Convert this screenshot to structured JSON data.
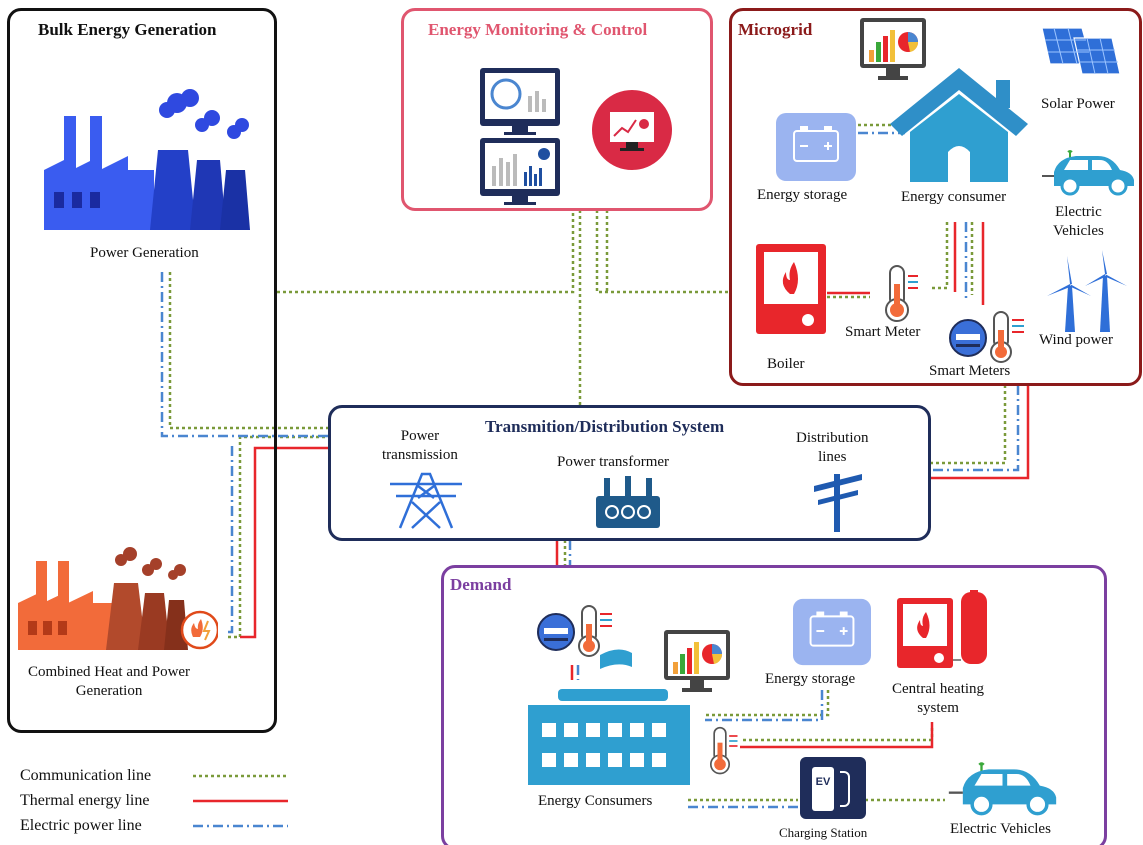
{
  "bulk": {
    "title": "Bulk Energy Generation",
    "power_generation": "Power Generation",
    "chp_line1": "Combined Heat and Power",
    "chp_line2": "Generation"
  },
  "monitoring": {
    "title": "Energy Monitoring & Control"
  },
  "microgrid": {
    "title": "Microgrid",
    "solar": "Solar Power",
    "storage": "Energy storage",
    "consumer": "Energy consumer",
    "ev_line1": "Electric",
    "ev_line2": "Vehicles",
    "boiler": "Boiler",
    "smart_meter": "Smart Meter",
    "smart_meters": "Smart Meters",
    "wind": "Wind power"
  },
  "transmission": {
    "title": "Transmition/Distribution System",
    "power_tx_line1": "Power",
    "power_tx_line2": "transmission",
    "transformer": "Power transformer",
    "dist_line1": "Distribution",
    "dist_line2": "lines"
  },
  "demand": {
    "title": "Demand",
    "storage": "Energy storage",
    "heating_line1": "Central heating",
    "heating_line2": "system",
    "consumers": "Energy Consumers",
    "charging": "Charging Station",
    "ev": "Electric Vehicles",
    "ev_badge": "EV"
  },
  "legend": {
    "communication": "Communication line",
    "thermal": "Thermal energy line",
    "electric": "Electric power line"
  },
  "colors": {
    "communication": "#7a9a3a",
    "thermal": "#e8262b",
    "electric": "#4a86d0",
    "bulk_border": "#111111",
    "monitoring_border": "#e0566f",
    "microgrid_border": "#8b1a1a",
    "transmission_border": "#1f2d5a",
    "demand_border": "#7b3fa0"
  }
}
